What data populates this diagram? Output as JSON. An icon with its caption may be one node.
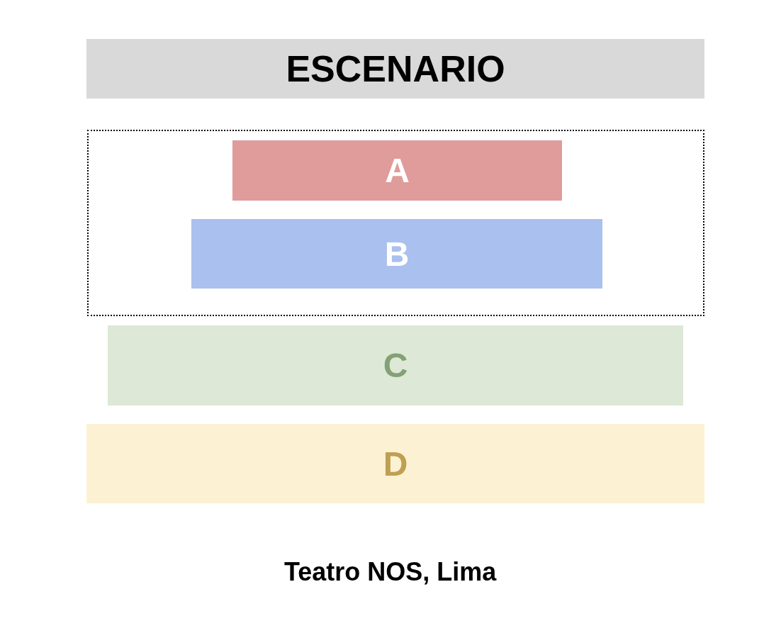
{
  "diagram": {
    "caption": "Teatro NOS, Lima",
    "nodes": [
      {
        "text": [
          "ESCENARIO"
        ]
      },
      {
        "text": [],
        "shape": "box"
      },
      {
        "text": [
          "A"
        ],
        "in": 1
      },
      {
        "text": [
          "B"
        ],
        "in": 1
      },
      {
        "text": [
          "C"
        ]
      },
      {
        "text": [
          "D"
        ]
      }
    ],
    "edges": []
  }
}
